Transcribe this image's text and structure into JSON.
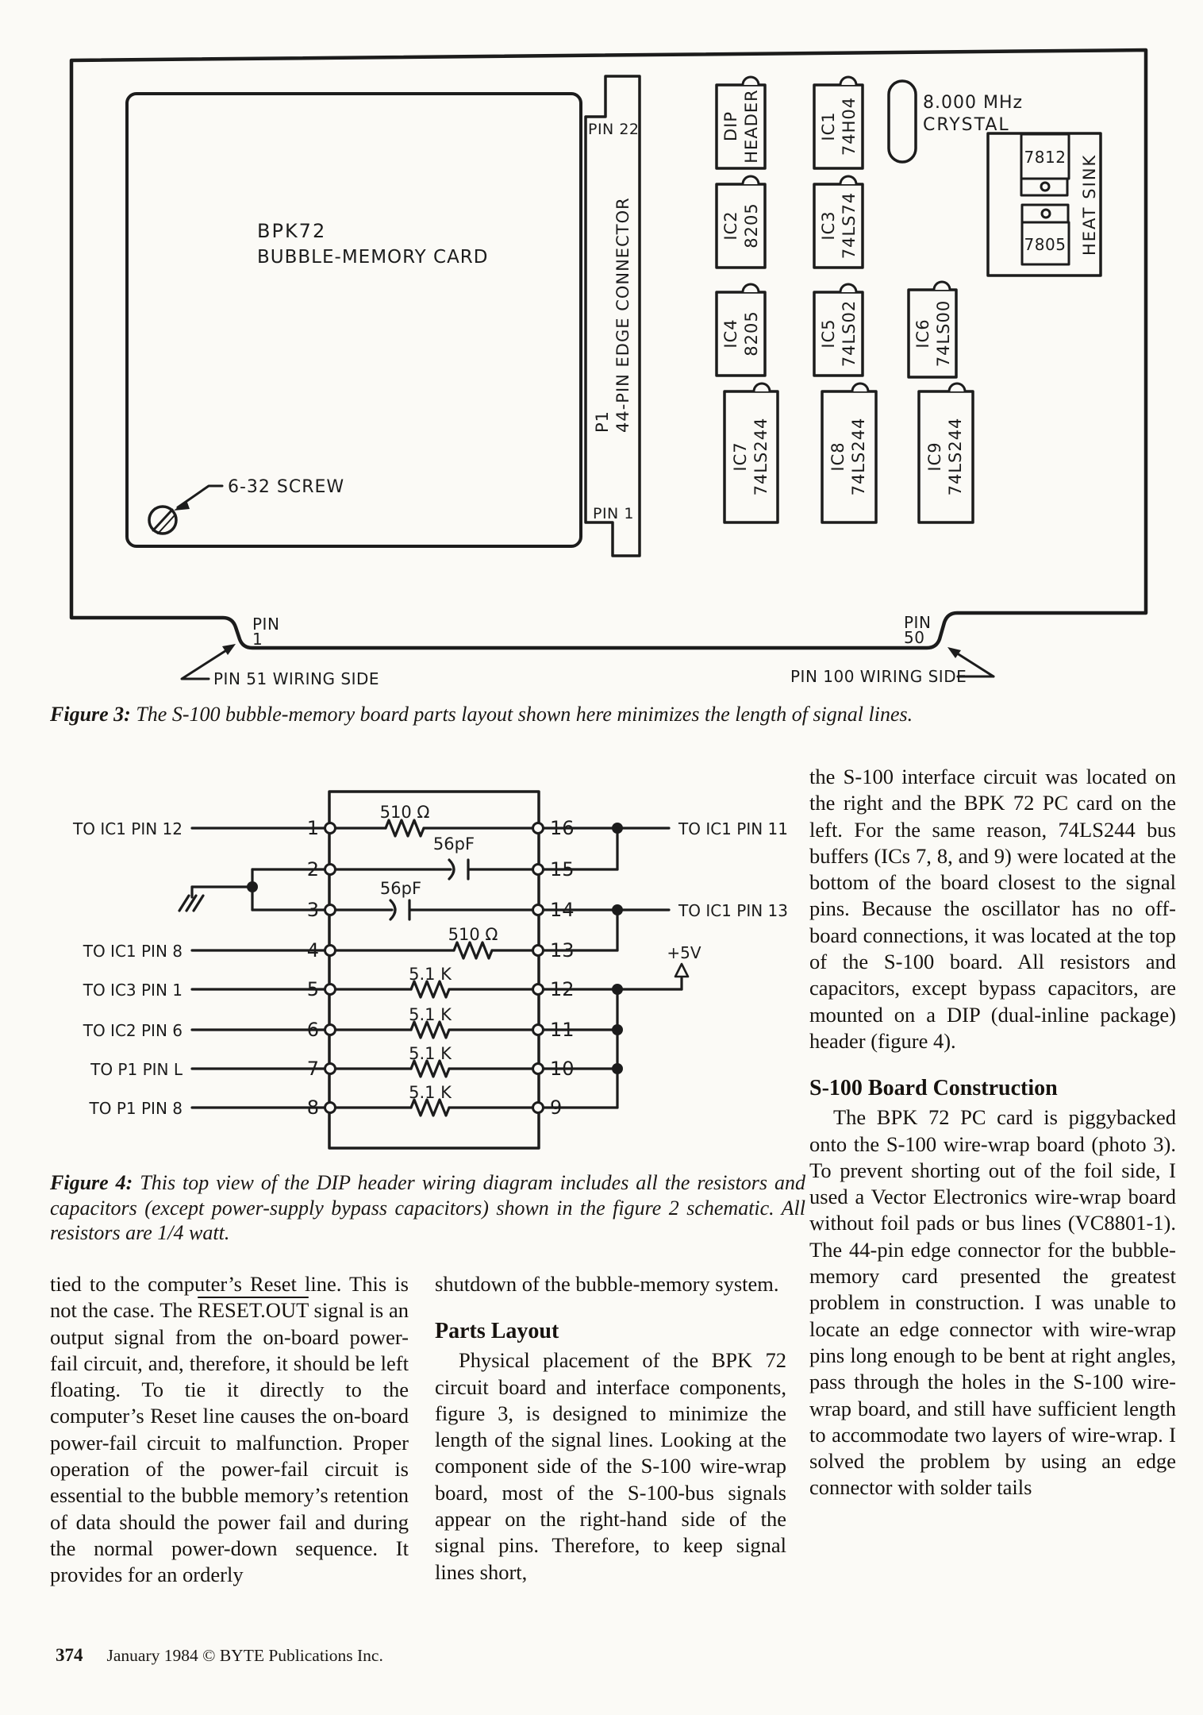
{
  "page": {
    "background": "#fbfaf6",
    "ink": "#1c1c1c"
  },
  "figure3": {
    "card_name": "BPK72",
    "card_type": "BUBBLE-MEMORY CARD",
    "screw_label": "6-32 SCREW",
    "connector_ref": "P1",
    "connector_desc": "44-PIN EDGE CONNECTOR",
    "pin22_label": "PIN 22",
    "connector_pin1_label": "PIN 1",
    "crystal_freq": "8.000 MHz",
    "crystal_word": "CRYSTAL",
    "regulator_top": "7812",
    "regulator_bottom": "7805",
    "heat_sink_label": "HEAT SINK",
    "pin_word": "PIN",
    "pin1_number": "1",
    "pin50_number": "50",
    "pin51_wiring_label": "PIN 51 WIRING SIDE",
    "pin100_wiring_label": "PIN 100 WIRING SIDE",
    "ics": [
      {
        "ref": "DIP",
        "part": "HEADER"
      },
      {
        "ref": "IC2",
        "part": "8205"
      },
      {
        "ref": "IC4",
        "part": "8205"
      },
      {
        "ref": "IC7",
        "part": "74LS244"
      },
      {
        "ref": "IC1",
        "part": "74H04"
      },
      {
        "ref": "IC3",
        "part": "74LS74"
      },
      {
        "ref": "IC5",
        "part": "74LS02"
      },
      {
        "ref": "IC8",
        "part": "74LS244"
      },
      {
        "ref": "IC6",
        "part": "74LS00"
      },
      {
        "ref": "IC9",
        "part": "74LS244"
      }
    ],
    "caption_label": "Figure 3:",
    "caption_text": " The S-100 bubble-memory board parts layout shown here minimizes the length of signal lines."
  },
  "figure4": {
    "rows": [
      {
        "pin_left": "1",
        "pin_right": "16",
        "component": "510 Ω",
        "label_left": "TO IC1 PIN 12",
        "label_right": "TO IC1 PIN 11"
      },
      {
        "pin_left": "2",
        "pin_right": "15",
        "component": "56pF",
        "label_left": "",
        "label_right": ""
      },
      {
        "pin_left": "3",
        "pin_right": "14",
        "component": "56pF",
        "label_left": "",
        "label_right": "TO IC1 PIN 13"
      },
      {
        "pin_left": "4",
        "pin_right": "13",
        "component": "510 Ω",
        "label_left": "TO IC1 PIN 8",
        "label_right": ""
      },
      {
        "pin_left": "5",
        "pin_right": "12",
        "component": "5.1 K",
        "label_left": "TO IC3 PIN 1",
        "label_right": ""
      },
      {
        "pin_left": "6",
        "pin_right": "11",
        "component": "5.1 K",
        "label_left": "TO IC2 PIN 6",
        "label_right": ""
      },
      {
        "pin_left": "7",
        "pin_right": "10",
        "component": "5.1 K",
        "label_left": "TO P1 PIN L",
        "label_right": ""
      },
      {
        "pin_left": "8",
        "pin_right": "9",
        "component": "5.1 K",
        "label_left": "TO P1 PIN 8",
        "label_right": ""
      }
    ],
    "supply_label": "+5V",
    "caption_label": "Figure 4:",
    "caption_text": " This top view of the DIP header wiring diagram includes all the resistors and capacitors (except power-supply bypass capacitors) shown in the figure 2 schematic. All resistors are 1/4 watt."
  },
  "columns": {
    "col1": {
      "before_overline": "tied to the computer’s Reset line. This is not the case. The ",
      "overline_word": "RESET.OUT",
      "after_overline": " signal is an output signal from the on-board power-fail circuit, and, therefore, it should be left floating. To tie it directly to the computer’s Reset line causes the on-board power-fail circuit to malfunction. Proper operation of the power-fail circuit is essential to the bubble memory’s retention of data should the power fail and during the normal power-down sequence. It provides for an orderly"
    },
    "col2": {
      "p1": "shutdown of the bubble-memory system.",
      "heading": "Parts Layout",
      "p2": "Physical placement of the BPK 72 circuit board and interface components, figure 3, is designed to minimize the length of the signal lines. Looking at the component side of the S-100 wire-wrap board, most of the S-100-bus signals appear on the right-hand side of the signal pins. Therefore, to keep signal lines short,"
    },
    "col3": {
      "p1": "the S-100 interface circuit was located on the right and the BPK 72 PC card on the left. For the same reason, 74LS244 bus buffers (ICs 7, 8, and 9) were located at the bottom of the board closest to the signal pins. Because the oscillator has no off-board connections, it was located at the top of the S-100 board. All resistors and capacitors, except bypass capacitors, are mounted on a DIP (dual-inline package) header (figure 4).",
      "heading": "S-100 Board Construction",
      "p2": "The BPK 72 PC card is piggybacked onto the S-100 wire-wrap board (photo 3). To prevent shorting out of the foil side, I used a Vector Electronics wire-wrap board without foil pads or bus lines (VC8801-1). The 44-pin edge connector for the bubble-memory card presented the greatest problem in construction. I was unable to locate an edge connector with wire-wrap pins long enough to be bent at right angles, pass through the holes in the S-100 wire-wrap board, and still have sufficient length to accommodate two layers of wire-wrap. I solved the problem by using an edge connector with solder tails"
    }
  },
  "footer": {
    "page_number": "374",
    "imprint": "January 1984 © BYTE Publications Inc."
  }
}
